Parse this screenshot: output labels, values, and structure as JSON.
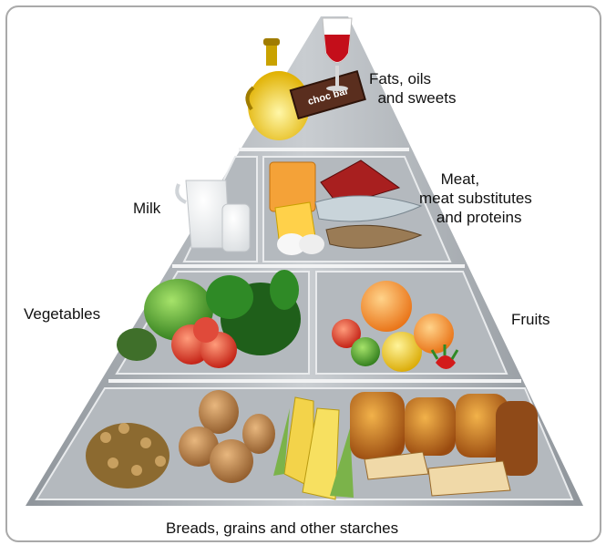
{
  "pyramid": {
    "top": {
      "label": "Fats, oils\n  and sweets",
      "product_text": "choc bar"
    },
    "level2_left": {
      "label": "Milk"
    },
    "level2_right": {
      "label": "     Meat,\nmeat substitutes\n    and proteins"
    },
    "level3_left": {
      "label": "Vegetables"
    },
    "level3_right": {
      "label": "Fruits"
    },
    "base": {
      "label": "Breads, grains and other starches"
    }
  },
  "colors": {
    "pyramid_shade": "#9ea3a8",
    "pyramid_light": "#d8dbde",
    "frame": "#a9a9a9"
  }
}
